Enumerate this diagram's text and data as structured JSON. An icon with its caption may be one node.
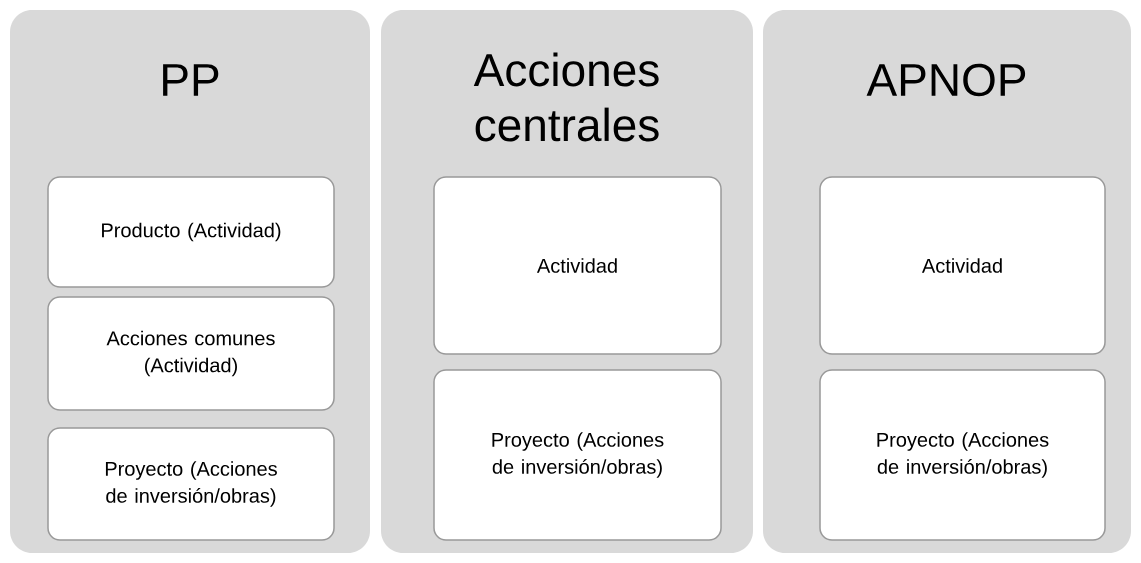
{
  "diagram": {
    "nodes": [
      {
        "text": [
          "PP"
        ]
      },
      {
        "text": [
          "Producto (Actividad)"
        ],
        "in": 0
      },
      {
        "text": [
          "Acciones comunes (Actividad)"
        ],
        "in": 0
      },
      {
        "text": [
          "Proyecto (Acciones de inversión/obras)"
        ],
        "in": 0
      },
      {
        "text": [
          "Acciones centrales"
        ]
      },
      {
        "text": [
          "Actividad"
        ],
        "in": 4
      },
      {
        "text": [
          "Proyecto (Acciones de inversión/obras)"
        ],
        "in": 4
      },
      {
        "text": [
          "APNOP"
        ]
      },
      {
        "text": [
          "Actividad"
        ],
        "in": 7
      },
      {
        "text": [
          "Proyecto (Acciones de inversión/obras)"
        ],
        "in": 7
      }
    ]
  }
}
